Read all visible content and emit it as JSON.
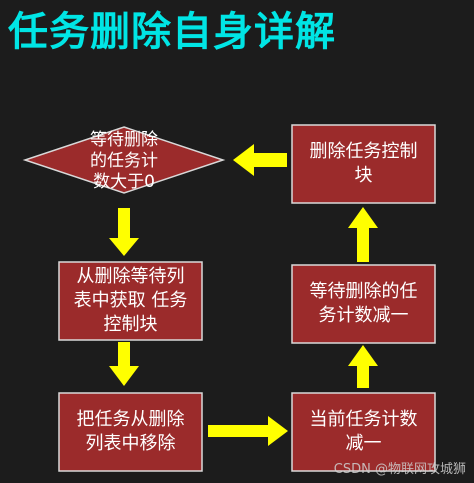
{
  "title": "任务删除自身详解",
  "colors": {
    "background": "#1c1c1c",
    "title": "#00e5e5",
    "node_fill": "#9b2b2b",
    "node_stroke": "#d9d9d9",
    "arrow": "#ffff00"
  },
  "nodes": {
    "decision": "等待删除\n的任务计\n数大于0",
    "get_tcb": "从删除等待列\n表中获取 任务\n控制块",
    "remove_from_list": "把任务从删除\n列表中移除",
    "decrement_current": "当前任务计数\n减一",
    "decrement_pending": "等待删除的任\n务计数减一",
    "delete_tcb": "删除任务控制\n块"
  },
  "watermark": "CSDN @物联网攻城狮"
}
